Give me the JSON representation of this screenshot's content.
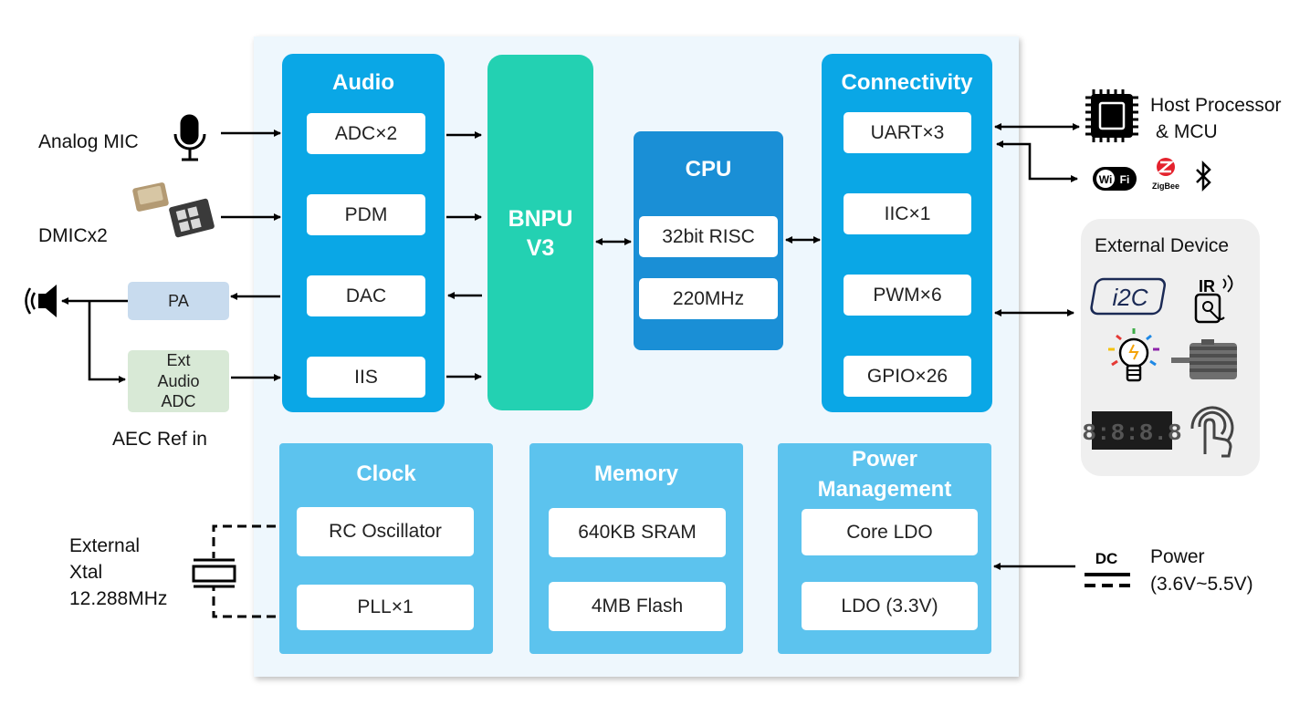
{
  "colors": {
    "audio": "#0aa7e6",
    "bnpu": "#23d1b2",
    "cpu": "#1a8fd6",
    "connectivity": "#0aa7e6",
    "lower_blocks": "#5cc3ee",
    "pa": "#c8dbee",
    "ext_adc": "#d8e9d6",
    "chip_bg": "#eef7fd",
    "ext_panel": "#efefef"
  },
  "left": {
    "analog_mic": "Analog MIC",
    "dmic": "DMICx2",
    "pa": "PA",
    "ext_audio_adc": "Ext Audio ADC",
    "aec_ref": "AEC Ref in",
    "xtal_line1": "External",
    "xtal_line2": "Xtal",
    "xtal_line3": "12.288MHz"
  },
  "audio": {
    "title": "Audio",
    "items": [
      "ADC×2",
      "PDM",
      "DAC",
      "IIS"
    ]
  },
  "bnpu": {
    "line1": "BNPU",
    "line2": "V3"
  },
  "cpu": {
    "title": "CPU",
    "items": [
      "32bit RISC",
      "220MHz"
    ]
  },
  "connectivity": {
    "title": "Connectivity",
    "items": [
      "UART×3",
      "IIC×1",
      "PWM×6",
      "GPIO×26"
    ]
  },
  "clock": {
    "title": "Clock",
    "items": [
      "RC Oscillator",
      "PLL×1"
    ]
  },
  "memory": {
    "title": "Memory",
    "items": [
      "640KB SRAM",
      "4MB Flash"
    ]
  },
  "power_mgmt": {
    "title_line1": "Power",
    "title_line2": "Management",
    "items": [
      "Core LDO",
      "LDO (3.3V)"
    ]
  },
  "right": {
    "host_line1": "Host Processor",
    "host_line2": "& MCU",
    "wifi_text": "Wi Fi",
    "zigbee_text": "ZigBee",
    "external_device": "External Device",
    "i2c_text": "i2C",
    "ir_text": "IR",
    "segment_text": "8:8:8.8",
    "dc_text": "DC",
    "power_line1": "Power",
    "power_line2": "(3.6V~5.5V)"
  },
  "icons": [
    "microphone-icon",
    "dmic-chip-icon",
    "speaker-icon",
    "crystal-icon",
    "processor-icon",
    "wifi-icon",
    "zigbee-icon",
    "bluetooth-icon",
    "i2c-icon",
    "ir-sensor-icon",
    "bulb-icon",
    "motor-icon",
    "segment-display-icon",
    "touch-icon",
    "dc-power-icon"
  ]
}
